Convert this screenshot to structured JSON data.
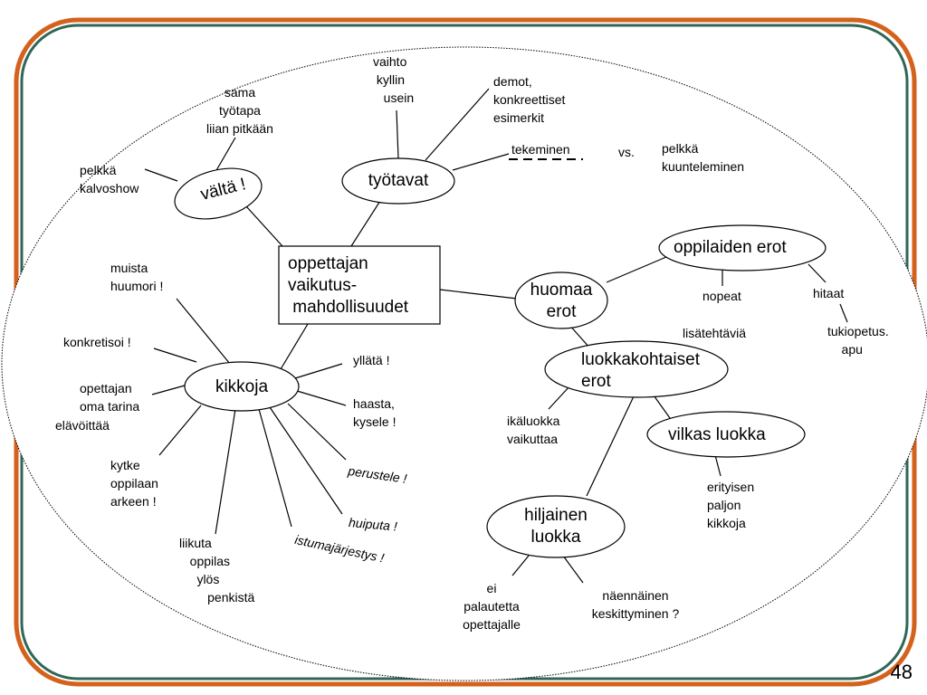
{
  "slide_number": "48",
  "colors": {
    "frame_outer": "#d4611c",
    "frame_inner": "#2f6658",
    "line": "#000000",
    "background": "#ffffff"
  },
  "nodes": {
    "center": "oppettajan\nvaikutus-\n mahdollisuudet",
    "tyotavat": "työtavat",
    "valta": "vältä !",
    "kikkoja": "kikkoja",
    "huomaa_erot": "huomaa\nerot",
    "oppilaiden_erot": "oppilaiden erot",
    "luokkakohtaiset": "luokkakohtaiset\nerot",
    "vilkas": "vilkas luokka",
    "hiljainen": "hiljainen\nluokka"
  },
  "labels": {
    "vaihto": "vaihto\n kyllin\n   usein",
    "demot": "demot,\nkonkreettiset\nesimerkit",
    "tekeminen": "tekeminen",
    "vs": "vs.",
    "pelkka_kuunteleminen": "pelkkä\nkuunteleminen",
    "sama_tyotapa": "sama\ntyötapa\nliian pitkään",
    "pelkka_kalvoshow": "pelkkä\nkalvoshow",
    "muista_huumori": "muista\nhuumori !",
    "konkretisoi": "konkretisoi !",
    "opettajan_tarina": "opettajan\noma tarina",
    "elavoittaa": "elävöittää",
    "kytke": "kytke\noppilaan\narkeen !",
    "liikuta": "liikuta\n   oppilas\n     ylös\n        penkistä",
    "istumajarjestys": "istumajärjestys !",
    "huiputa": "huiputa !",
    "perustele": "perustele !",
    "haasta": "haasta,\nkysele !",
    "yllata": "yllätä !",
    "nopeat": "nopeat",
    "lisatehtavia": "lisätehtäviä",
    "hitaat": "hitaat",
    "tukiopetus": "tukiopetus.\n    apu",
    "ikaluokka": "ikäluokka\nvaikuttaa",
    "erityisen": "erityisen\npaljon\nkikkoja",
    "ei_palautetta": "ei\npalautetta\nopettajalle",
    "naennainen": "näennäinen\nkeskittyminen ?"
  }
}
